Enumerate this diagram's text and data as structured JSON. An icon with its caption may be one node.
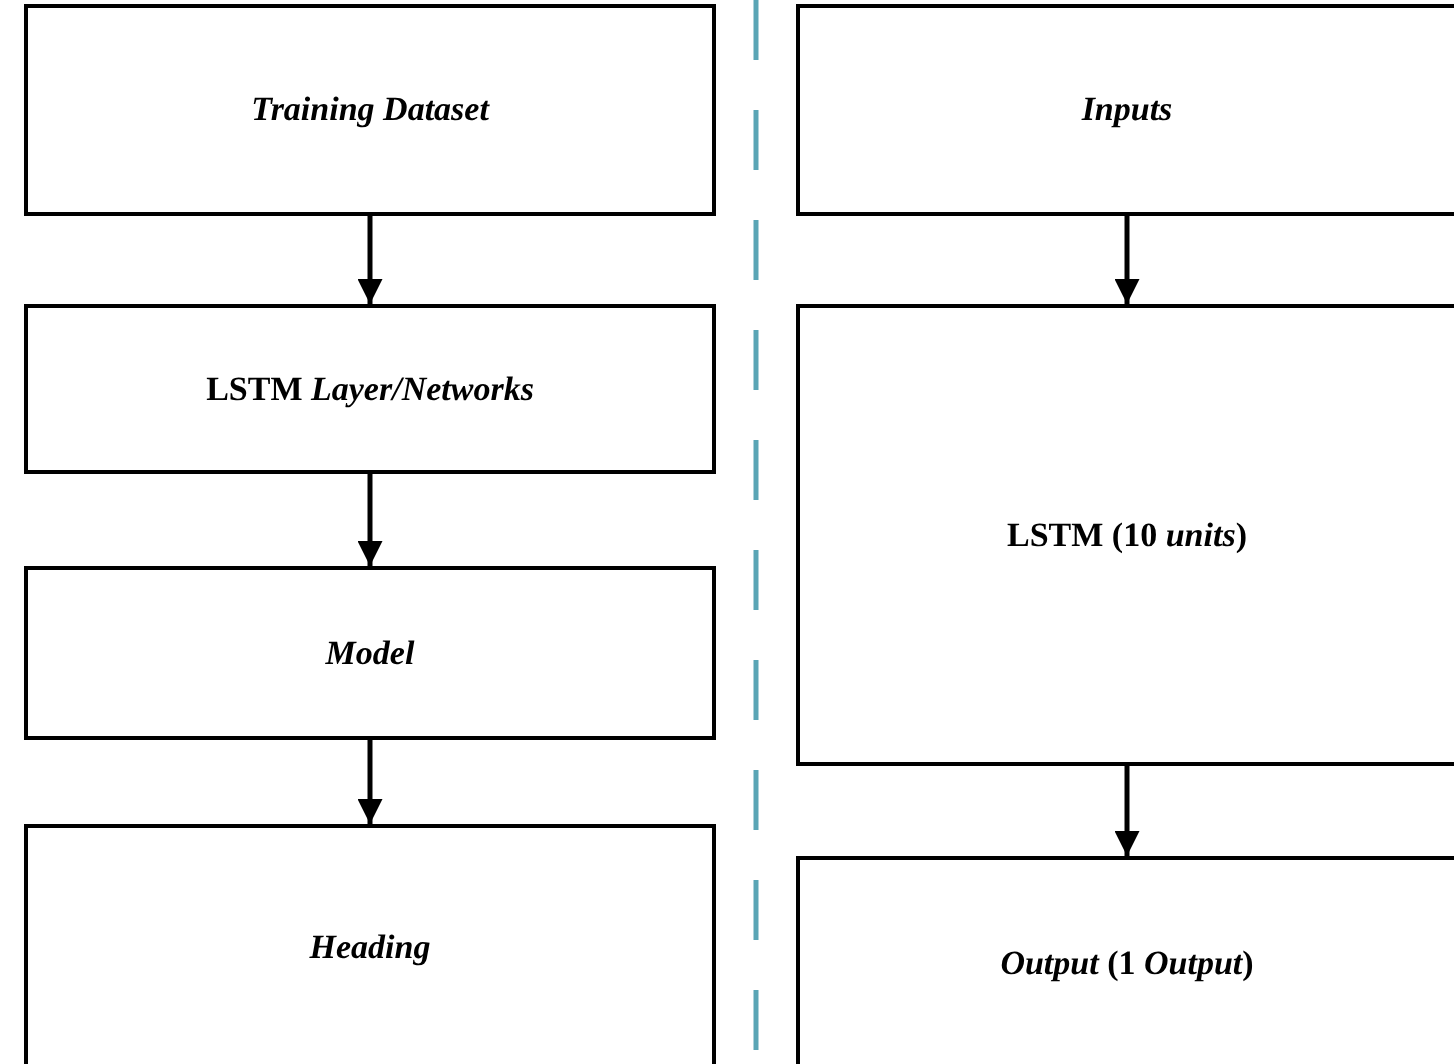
{
  "diagram": {
    "nodes": [
      {
        "text": [
          "Training Dataset"
        ]
      },
      {
        "text": [
          "LSTM *Layer/Networks*"
        ]
      },
      {
        "text": [
          "Model"
        ]
      },
      {
        "text": [
          "Heading"
        ]
      },
      {
        "text": [
          "Inputs"
        ]
      },
      {
        "text": [
          "LSTM (10 *units*)"
        ]
      },
      {
        "text": [
          "*Output* (1 *Output*)"
        ]
      }
    ],
    "edges": [
      {
        "from": 0,
        "to": 1,
        "arrow": "to"
      },
      {
        "from": 1,
        "to": 2,
        "arrow": "to"
      },
      {
        "from": 2,
        "to": 3,
        "arrow": "to"
      },
      {
        "from": 4,
        "to": 5,
        "arrow": "to"
      },
      {
        "from": 5,
        "to": 6,
        "arrow": "to"
      }
    ]
  }
}
